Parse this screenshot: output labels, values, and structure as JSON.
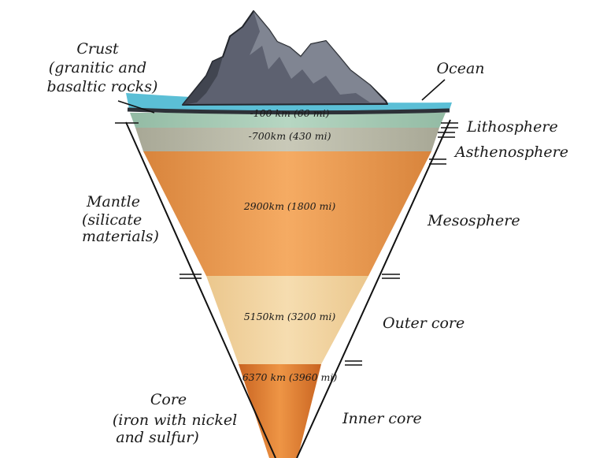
{
  "labels": {
    "crust": [
      "Crust",
      "(granitic and",
      "basaltic rocks)"
    ],
    "mantle": [
      "Mantle",
      "(silicate",
      "materials)"
    ],
    "core": [
      "Core",
      "(iron with nickel",
      "and sulfur)"
    ],
    "ocean": "Ocean",
    "lithosphere": "Lithosphere",
    "asthenosphere": "Asthenosphere",
    "mesosphere": "Mesosphere",
    "outer_core": "Outer core",
    "inner_core": "Inner core"
  },
  "depths": {
    "lithosphere": "-100 km (60 mi)",
    "asthenosphere": "-700km (430 mi)",
    "mesosphere": "2900km (1800 mi)",
    "outer_core": "5150km (3200 mi)",
    "inner_core": "6370 km (3960 mi)"
  },
  "colors": {
    "ocean": "#5bbfd6",
    "lithosphere": "#a8cbb6",
    "asthenosphere": "#bcbcaa",
    "mesosphere": "#f0a45a",
    "outer_core": "#f3d9a8",
    "inner_core": "#df7d33",
    "mountain": "#5d6170"
  }
}
